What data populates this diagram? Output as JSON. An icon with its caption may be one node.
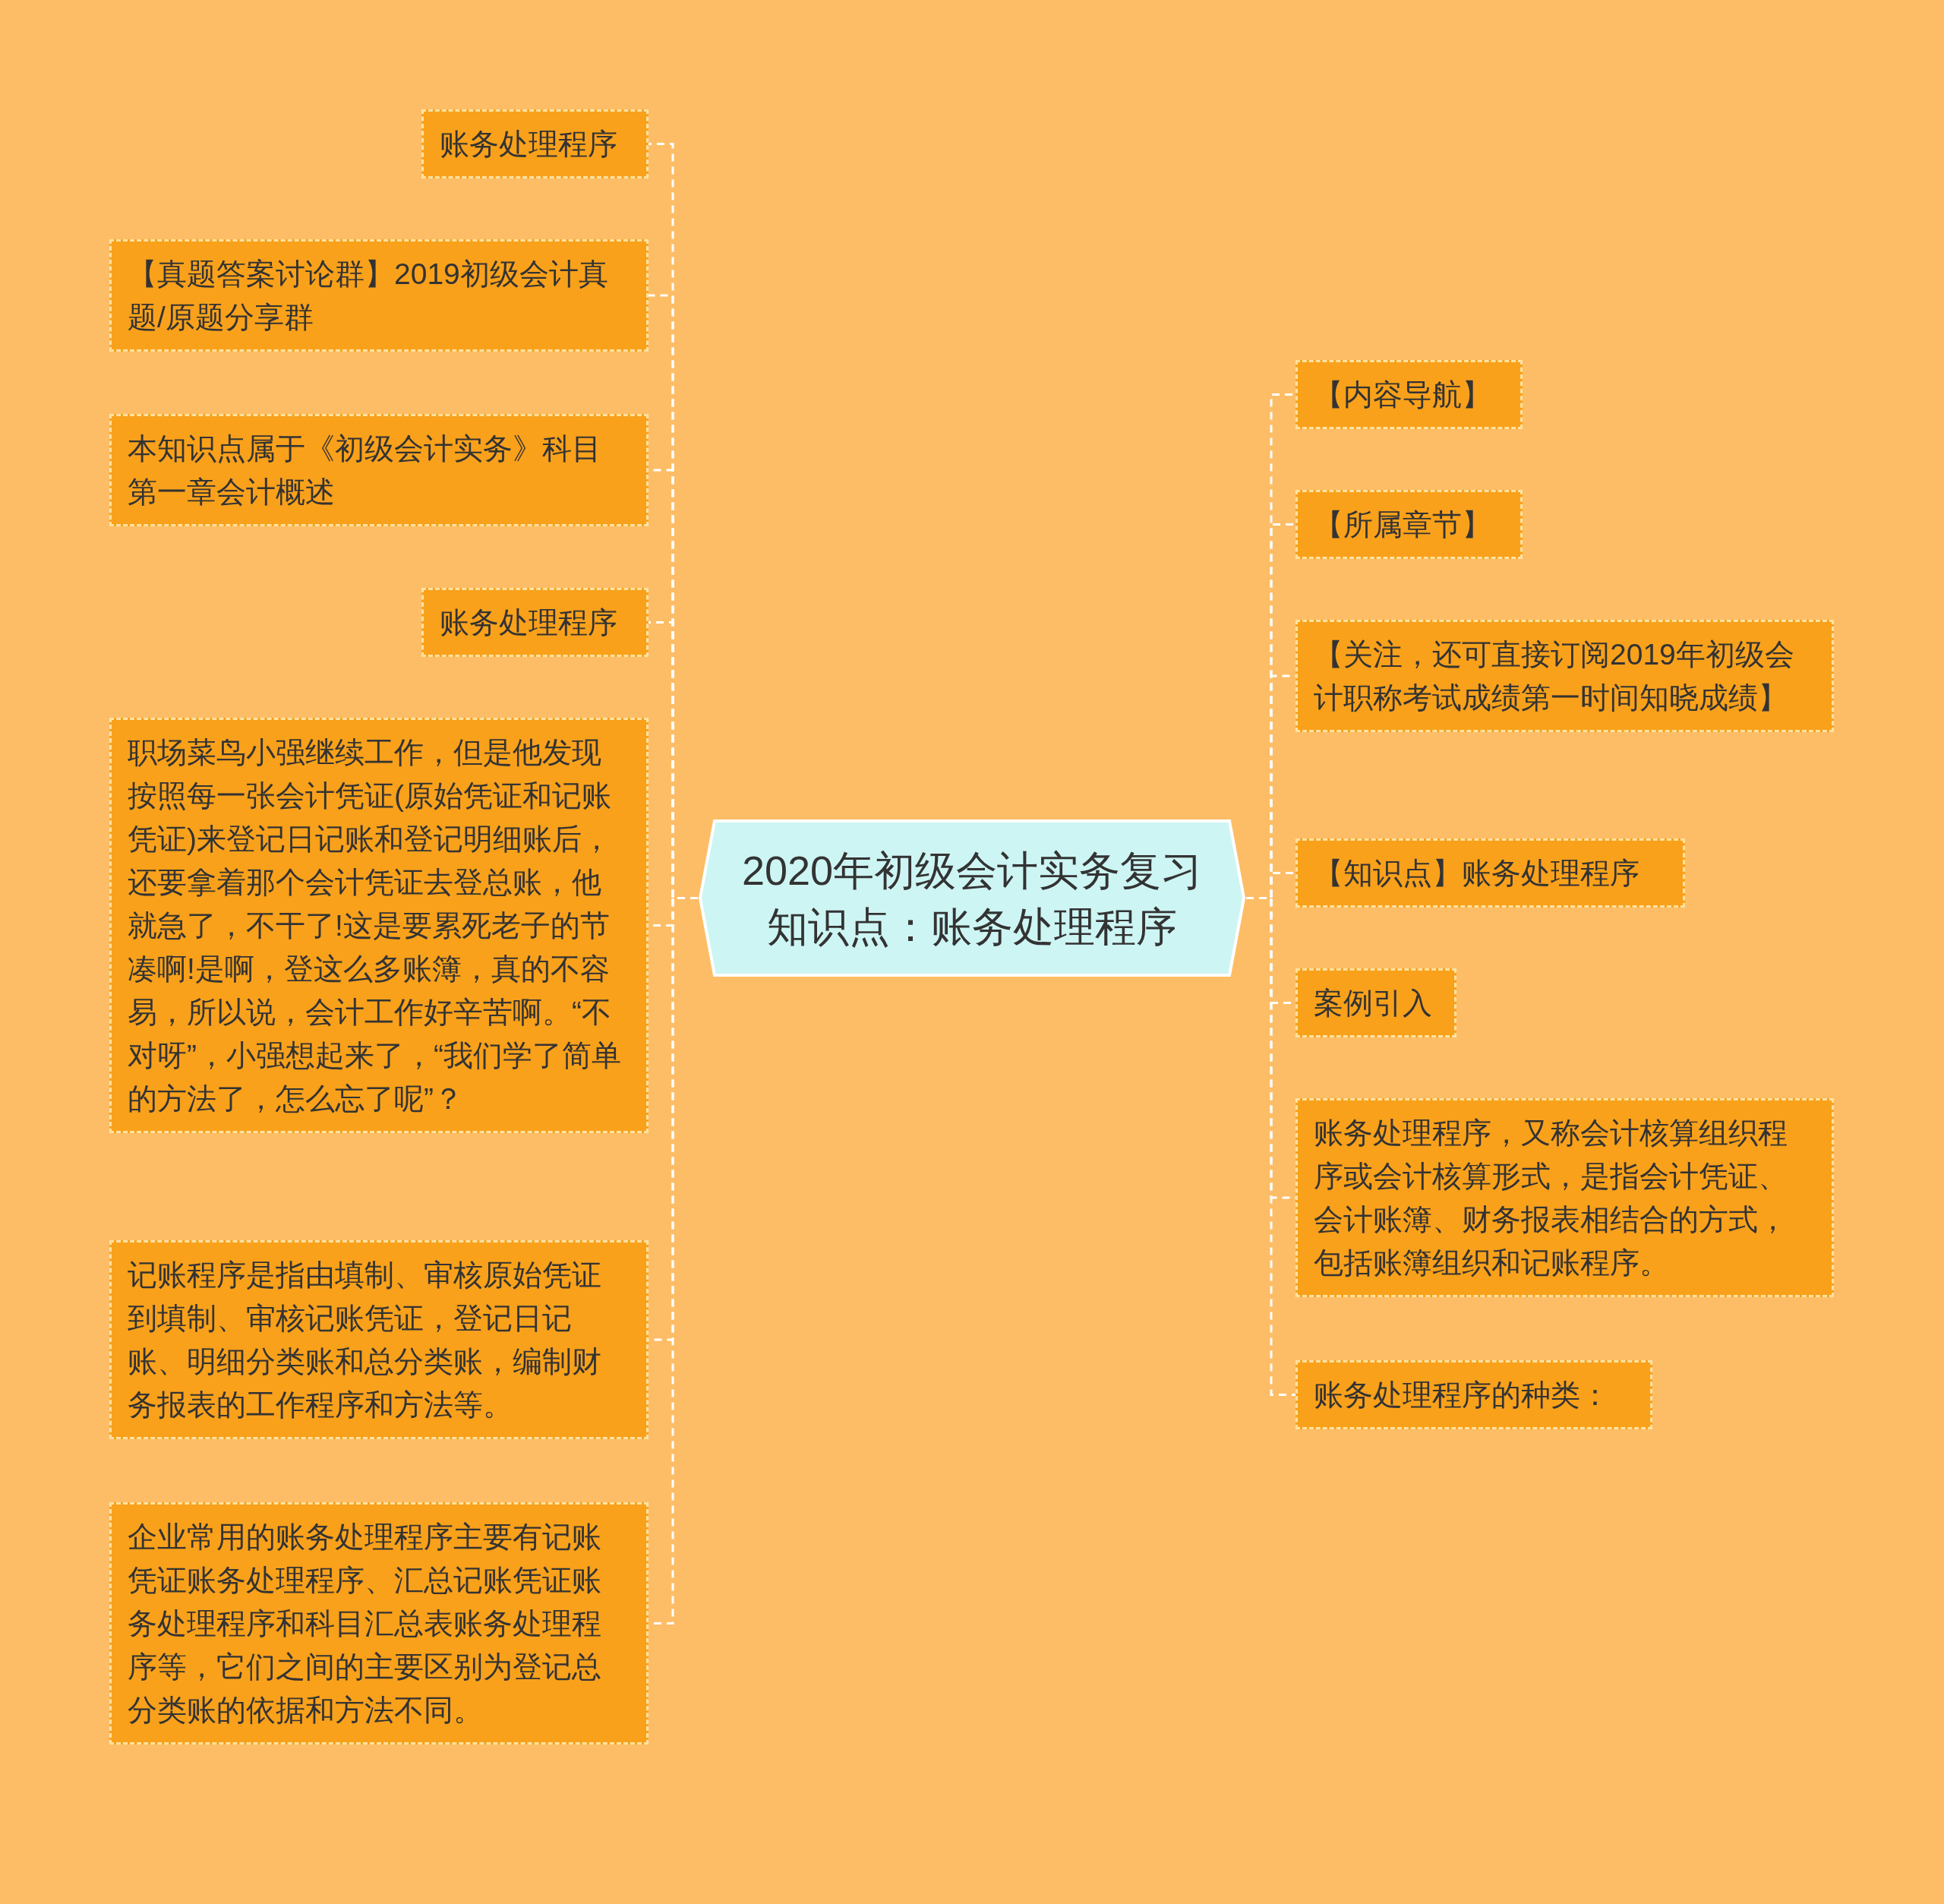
{
  "diagram": {
    "nodes": [
      {
        "text": [
          "2020年初级会计实务复习知识点：账务处理程序"
        ]
      },
      {
        "text": [
          "账务处理程序"
        ]
      },
      {
        "text": [
          "【真题答案讨论群】2019初级会计真题/原题分享群"
        ]
      },
      {
        "text": [
          "本知识点属于《初级会计实务》科目第一章会计概述"
        ]
      },
      {
        "text": [
          "账务处理程序"
        ]
      },
      {
        "text": [
          "职场菜鸟小强继续工作，但是他发现按照每一张会计凭证(原始凭证和记账凭证)来登记日记账和登记明细账后，还要拿着那个会计凭证去登总账，他就急了，不干了!这是要累死老子的节凑啊!是啊，登这么多账簿，真的不容易，所以说，会计工作好辛苦啊。“不对呀”，小强想起来了，“我们学了简单的方法了，怎么忘了呢”？"
        ]
      },
      {
        "text": [
          "记账程序是指由填制、审核原始凭证到填制、审核记账凭证，登记日记账、明细分类账和总分类账，编制财务报表的工作程序和方法等。"
        ]
      },
      {
        "text": [
          "企业常用的账务处理程序主要有记账凭证账务处理程序、汇总记账凭证账务处理程序和科目汇总表账务处理程序等，它们之间的主要区别为登记总分类账的依据和方法不同。"
        ]
      },
      {
        "text": [
          "【内容导航】"
        ]
      },
      {
        "text": [
          "【所属章节】"
        ]
      },
      {
        "text": [
          "【关注，还可直接订阅2019年初级会计职称考试成绩第一时间知晓成绩】"
        ]
      },
      {
        "text": [
          "【知识点】账务处理程序"
        ]
      },
      {
        "text": [
          "案例引入"
        ]
      },
      {
        "text": [
          "账务处理程序，又称会计核算组织程序或会计核算形式，是指会计凭证、会计账簿、财务报表相结合的方式，包括账簿组织和记账程序。"
        ]
      },
      {
        "text": [
          "账务处理程序的种类："
        ]
      }
    ],
    "edges": [
      {
        "from": 0,
        "to": 1,
        "arrow": "none",
        "style": "dashed"
      },
      {
        "from": 0,
        "to": 2,
        "arrow": "none",
        "style": "dashed"
      },
      {
        "from": 0,
        "to": 3,
        "arrow": "none",
        "style": "dashed"
      },
      {
        "from": 0,
        "to": 4,
        "arrow": "none",
        "style": "dashed"
      },
      {
        "from": 0,
        "to": 5,
        "arrow": "none",
        "style": "dashed"
      },
      {
        "from": 0,
        "to": 6,
        "arrow": "none",
        "style": "dashed"
      },
      {
        "from": 0,
        "to": 7,
        "arrow": "none",
        "style": "dashed"
      },
      {
        "from": 0,
        "to": 8,
        "arrow": "none",
        "style": "dashed"
      },
      {
        "from": 0,
        "to": 9,
        "arrow": "none",
        "style": "dashed"
      },
      {
        "from": 0,
        "to": 10,
        "arrow": "none",
        "style": "dashed"
      },
      {
        "from": 0,
        "to": 11,
        "arrow": "none",
        "style": "dashed"
      },
      {
        "from": 0,
        "to": 12,
        "arrow": "none",
        "style": "dashed"
      },
      {
        "from": 0,
        "to": 13,
        "arrow": "none",
        "style": "dashed"
      },
      {
        "from": 0,
        "to": 14,
        "arrow": "none",
        "style": "dashed"
      }
    ]
  }
}
